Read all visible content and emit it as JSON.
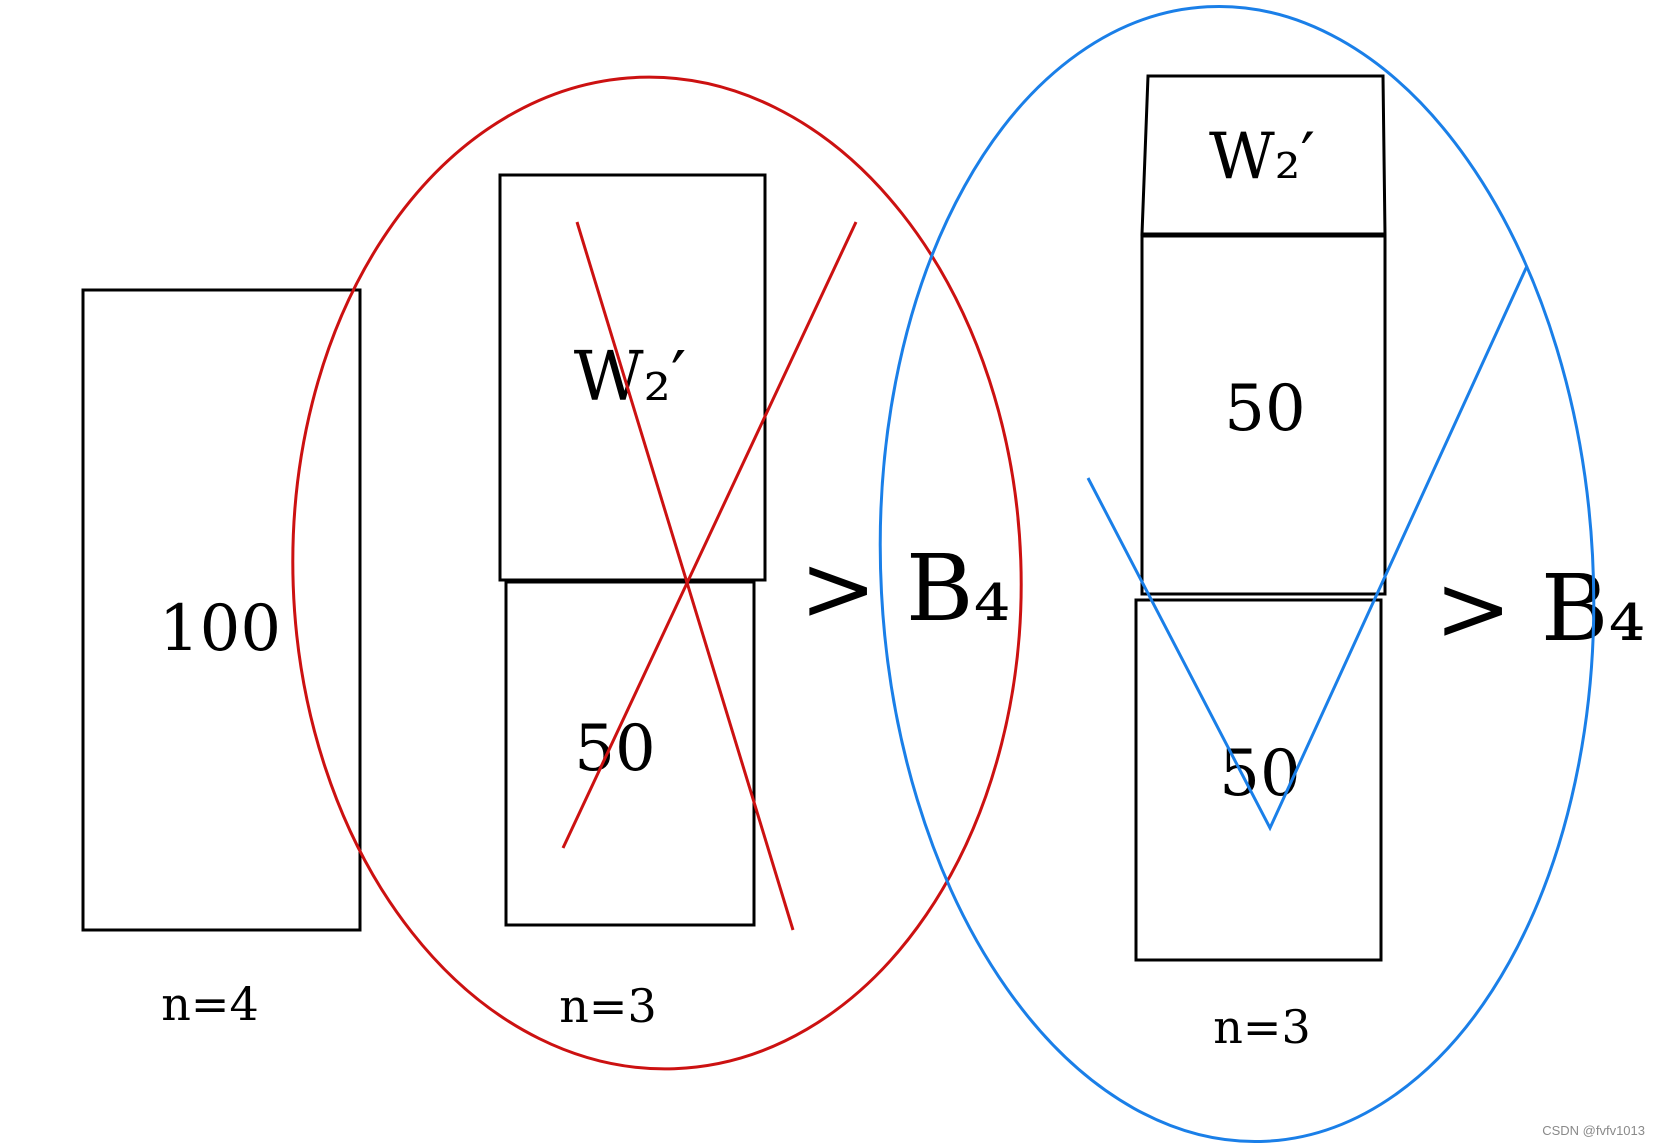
{
  "colors": {
    "ink": "#000000",
    "red_accent": "#cc1111",
    "blue_accent": "#1a7fe8",
    "background": "#ffffff"
  },
  "columns": [
    {
      "id": "left",
      "blocks": [
        "100"
      ],
      "caption": "n=4"
    },
    {
      "id": "middle",
      "blocks": [
        "W₂′",
        "50"
      ],
      "caption": "n=3",
      "comparison": "> B₄",
      "mark": "cross",
      "group_color": "red"
    },
    {
      "id": "right",
      "blocks": [
        "W₂′",
        "50",
        "50"
      ],
      "caption": "n=3",
      "comparison": "> B₄",
      "mark": "check",
      "group_color": "blue"
    }
  ],
  "watermark": "CSDN @fvfv1013"
}
